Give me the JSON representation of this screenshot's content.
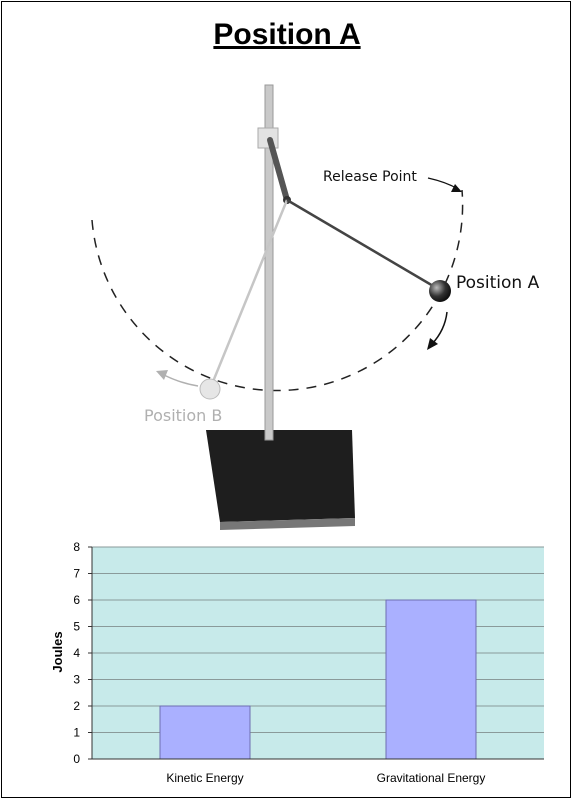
{
  "title": "Position A",
  "illustration": {
    "release_label": "Release Point",
    "position_a_label": "Position A",
    "position_b_label": "Position B"
  },
  "chart_data": {
    "type": "bar",
    "categories": [
      "Kinetic Energy",
      "Gravitational Energy"
    ],
    "values": [
      2,
      6
    ],
    "ylabel": "Joules",
    "ylim": [
      0,
      8
    ],
    "yticks": [
      0,
      1,
      2,
      3,
      4,
      5,
      6,
      7,
      8
    ],
    "grid": true,
    "colors": {
      "plot_bg": "#c7eaea",
      "bar": "#aab0ff",
      "bar_stroke": "#6e6eb0"
    }
  }
}
